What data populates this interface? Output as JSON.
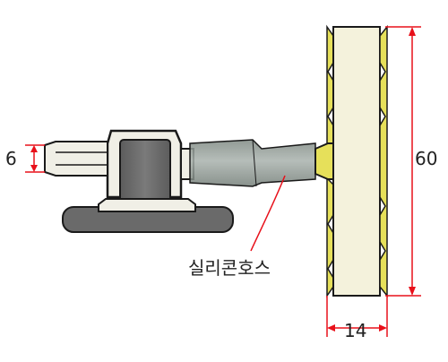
{
  "colors": {
    "dimension_line": "#e8101a",
    "leader_line": "#e8101a",
    "fitting_fill": "#f4f2dc",
    "fitting_band": "#e6e05a",
    "block_fill": "#6a6a6a",
    "block_dark": "#5a5a5a",
    "outline": "#1a1a1a",
    "hose_fill": "#8f9a94",
    "nozzle_fill": "#f0efe6"
  },
  "dimensions": {
    "small_nozzle_diameter": "6",
    "fitting_height": "60",
    "fitting_width": "14"
  },
  "labels": {
    "hose": "실리콘호스"
  }
}
